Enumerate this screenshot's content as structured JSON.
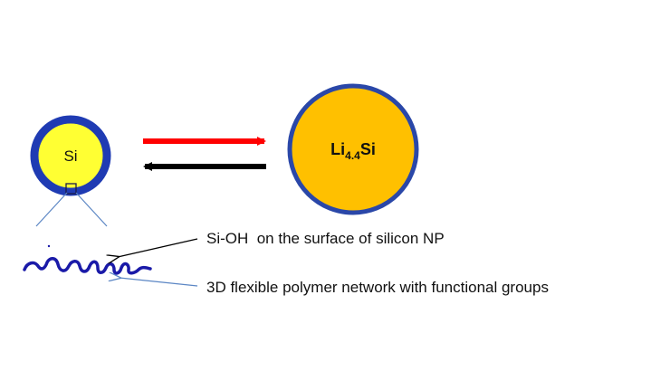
{
  "diagram": {
    "particle_small": {
      "label": "Si",
      "fill_color": "#ffff33",
      "shell_color": "#1f3bb3"
    },
    "particle_large": {
      "label_main": "Li",
      "label_subscript": "4.4",
      "label_suffix": "Si",
      "fill_color": "#ffc000",
      "shell_color": "#2a47a8"
    },
    "forward_arrow": {
      "color": "#ff0000"
    },
    "reverse_arrow": {
      "color": "#000000"
    },
    "annotations": {
      "silanol": "Si-OH  on the surface of silicon NP",
      "polymer": "3D flexible polymer network with functional groups"
    },
    "zoom_lines_color": "#5b86c4",
    "polymer_scribble_color": "#1a1aa8"
  }
}
